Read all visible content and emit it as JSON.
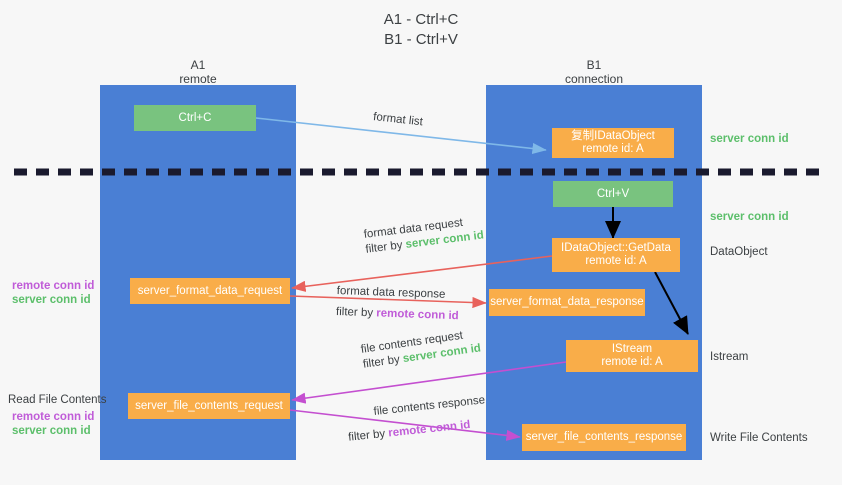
{
  "title": {
    "line1": "A1 - Ctrl+C",
    "line2": "B1 - Ctrl+V"
  },
  "columns": [
    {
      "name": "A1",
      "role": "remote"
    },
    {
      "name": "B1",
      "role": "connection"
    }
  ],
  "colors": {
    "lane": "#4a7fd4",
    "message_box": "#f9ad49",
    "action_box": "#79c37f",
    "server_conn_id": "#5cbf6b",
    "remote_conn_id": "#c05cd8",
    "format_list_arrow": "#7fb8e8",
    "format_data_arrow": "#e8625c",
    "file_contents_arrow": "#c44fd0",
    "divider": "#1a1a2e",
    "black_arrow": "#000000",
    "background": "#f7f7f7"
  },
  "boxes": {
    "ctrl_c": {
      "label": "Ctrl+C"
    },
    "ctrl_v": {
      "label": "Ctrl+V"
    },
    "idataobject": {
      "line1": "复制IDataObject",
      "line2": "remote id: A"
    },
    "getdata": {
      "line1": "IDataObject::GetData",
      "line2": "remote id: A"
    },
    "istream": {
      "line1": "IStream",
      "line2": "remote id: A"
    },
    "format_data_request": {
      "label": "server_format_data_request"
    },
    "format_data_response": {
      "label": "server_format_data_response"
    },
    "file_contents_request": {
      "label": "server_file_contents_request"
    },
    "file_contents_response": {
      "label": "server_file_contents_response"
    }
  },
  "arrow_labels": {
    "format_list": "format list",
    "format_data_request": "format data request",
    "format_data_request_filter_prefix": "filter by ",
    "format_data_request_filter_value": "server conn id",
    "format_data_response": "format data response",
    "format_data_response_filter_prefix": "filter by ",
    "format_data_response_filter_value": "remote conn id",
    "file_contents_request": "file contents request",
    "file_contents_request_filter_prefix": "filter by ",
    "file_contents_request_filter_value": "server conn id",
    "file_contents_response": "file contents response",
    "file_contents_response_filter_prefix": "filter by ",
    "file_contents_response_filter_value": "remote conn id"
  },
  "right_labels": {
    "server_conn_id_top": "server conn id",
    "server_conn_id_mid": "server conn id",
    "dataobject": "DataObject",
    "istream": "Istream",
    "write_file_contents": "Write File Contents"
  },
  "left_labels": {
    "remote_conn_id_1": "remote conn id",
    "server_conn_id_1": "server conn id",
    "read_file_contents": "Read File Contents",
    "remote_conn_id_2": "remote conn id",
    "server_conn_id_2": "server conn id"
  }
}
